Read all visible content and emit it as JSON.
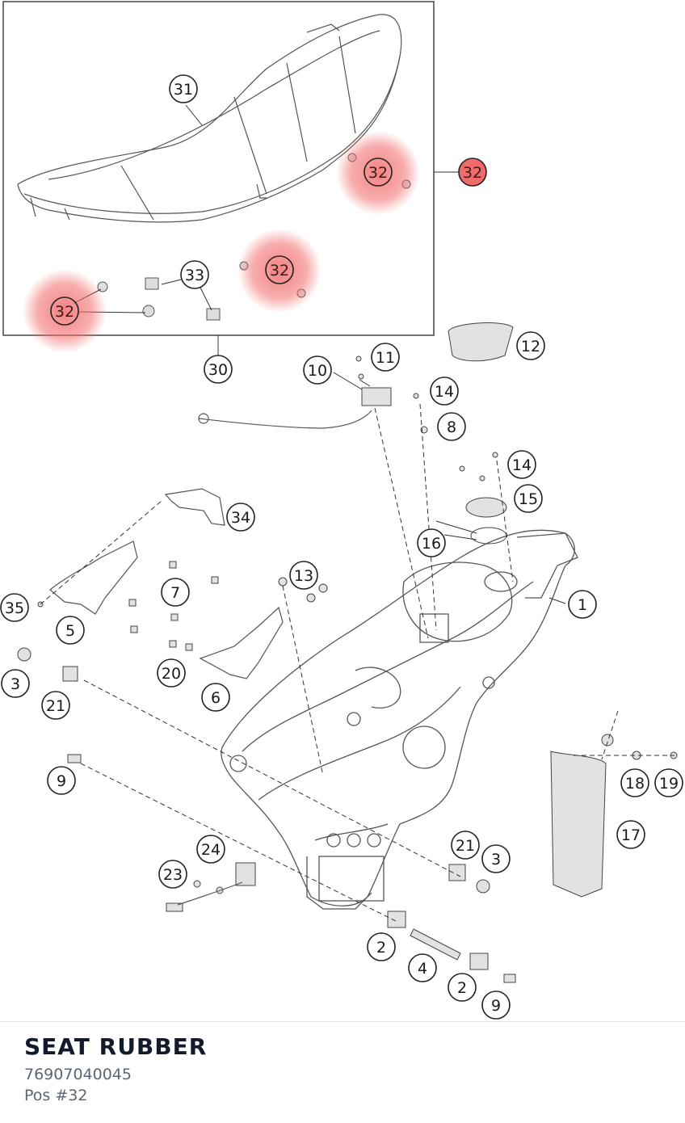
{
  "diagram": {
    "callouts": {
      "c1": "1",
      "c2a": "2",
      "c2b": "2",
      "c3a": "3",
      "c3b": "3",
      "c4": "4",
      "c5": "5",
      "c6": "6",
      "c7": "7",
      "c8": "8",
      "c9a": "9",
      "c9b": "9",
      "c10": "10",
      "c11": "11",
      "c12": "12",
      "c13": "13",
      "c14a": "14",
      "c14b": "14",
      "c15": "15",
      "c16": "16",
      "c17": "17",
      "c18": "18",
      "c19": "19",
      "c20": "20",
      "c21a": "21",
      "c21b": "21",
      "c23": "23",
      "c24": "24",
      "c30": "30",
      "c31": "31",
      "c32a": "32",
      "c32b": "32",
      "c32c": "32",
      "c32d": "32",
      "c33": "33",
      "c34": "34",
      "c35": "35"
    },
    "highlight_color": "#f26b6b",
    "highlighted_position": "32"
  },
  "part": {
    "name": "SEAT RUBBER",
    "number": "76907040045",
    "position_label": "Pos #32"
  }
}
